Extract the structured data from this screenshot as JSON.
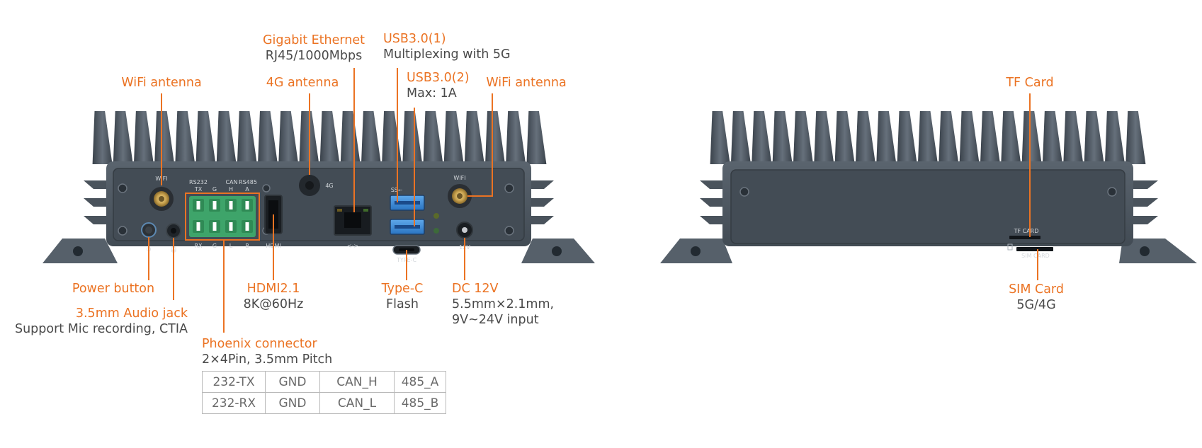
{
  "front_panel": {
    "callouts": {
      "wifi_left": {
        "title": "WiFi antenna"
      },
      "ethernet": {
        "title": "Gigabit Ethernet",
        "sub": "RJ45/1000Mbps"
      },
      "antenna_4g": {
        "title": "4G antenna"
      },
      "usb1": {
        "title": "USB3.0(1)",
        "sub": "Multiplexing with 5G"
      },
      "usb2": {
        "title": "USB3.0(2)",
        "sub": "Max: 1A"
      },
      "wifi_right": {
        "title": "WiFi antenna"
      },
      "power": {
        "title": "Power button"
      },
      "audio": {
        "title": "3.5mm Audio jack",
        "sub": "Support Mic recording, CTIA"
      },
      "hdmi": {
        "title": "HDMI2.1",
        "sub": "8K@60Hz"
      },
      "typec": {
        "title": "Type-C",
        "sub": "Flash"
      },
      "dc": {
        "title": "DC 12V",
        "sub": "5.5mm×2.1mm,",
        "sub2": "9V~24V input"
      },
      "phoenix": {
        "title": "Phoenix connector",
        "sub": "2×4Pin, 3.5mm Pitch"
      }
    },
    "silkscreen": {
      "wifi": "WIFI",
      "rs232": "RS232",
      "can": "CAN",
      "rs485": "RS485",
      "top_pins": [
        "TX",
        "G",
        "H",
        "A"
      ],
      "bottom_pins": [
        "RX",
        "G",
        "L",
        "B"
      ],
      "lte": "4G",
      "hdmi": "HDMI",
      "typec": "TYPE-C",
      "dc": "12V",
      "lan": "<·>"
    },
    "pin_table": [
      [
        "232-TX",
        "GND",
        "CAN_H",
        "485_A"
      ],
      [
        "232-RX",
        "GND",
        "CAN_L",
        "485_B"
      ]
    ]
  },
  "rear_panel": {
    "callouts": {
      "tf": {
        "title": "TF Card"
      },
      "sim": {
        "title": "SIM Card",
        "sub": "5G/4G"
      }
    },
    "silkscreen": {
      "tf": "TF CARD",
      "sim": "SIM CARD"
    }
  },
  "colors": {
    "accent": "#EB7323",
    "chassis": "#4b5560",
    "text": "#4a4a4a"
  }
}
